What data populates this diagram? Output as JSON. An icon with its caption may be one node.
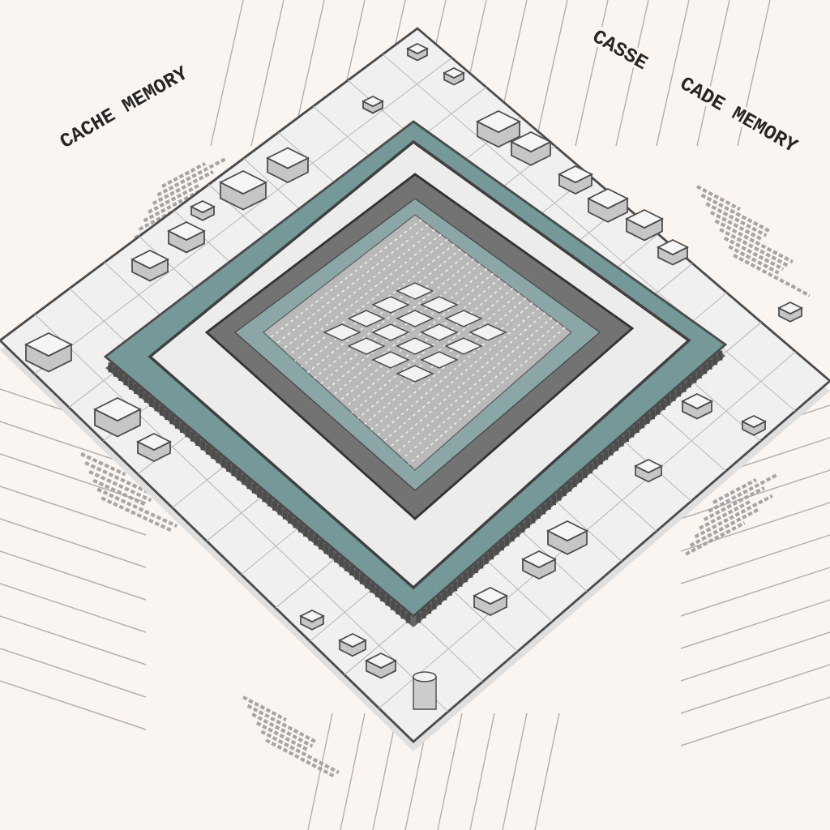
{
  "diagram": {
    "labels": [
      "CACHE MEMORY",
      "CASSE",
      "CADE MEMORY"
    ]
  }
}
